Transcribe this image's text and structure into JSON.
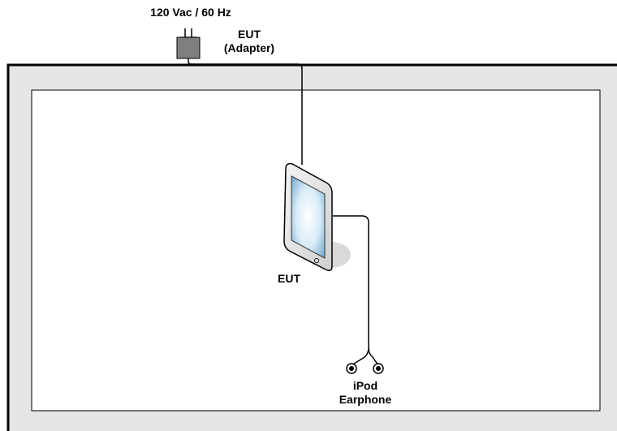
{
  "labels": {
    "power_source": "120 Vac / 60 Hz",
    "adapter_line1": "EUT",
    "adapter_line2": "(Adapter)",
    "eut": "EUT",
    "earphone_line1": "iPod",
    "earphone_line2": "Earphone"
  }
}
